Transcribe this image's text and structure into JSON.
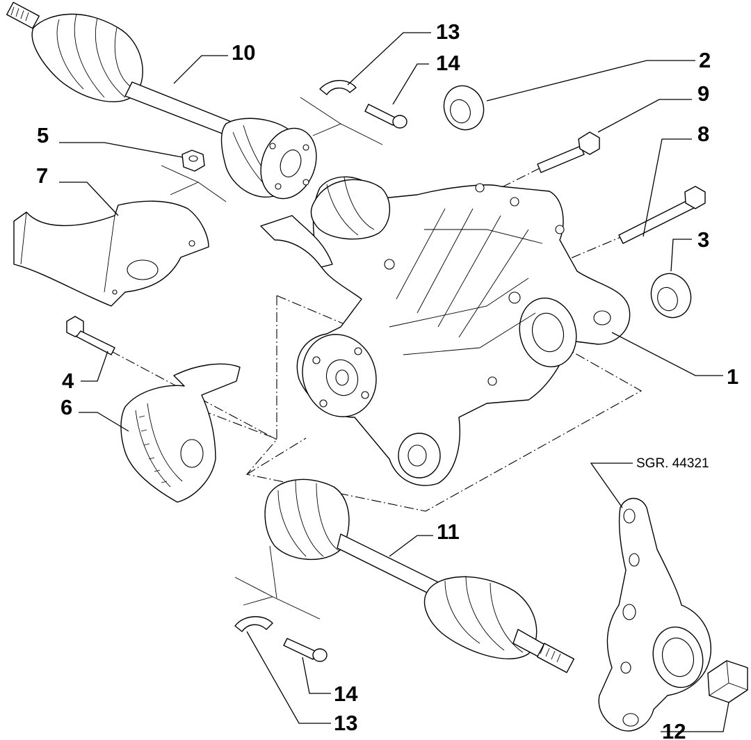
{
  "diagram": {
    "reference": "SGR. 44321",
    "callouts": {
      "c1": "1",
      "c2": "2",
      "c3": "3",
      "c4": "4",
      "c5": "5",
      "c6": "6",
      "c7": "7",
      "c8": "8",
      "c9": "9",
      "c10": "10",
      "c11": "11",
      "c12": "12",
      "c13_top": "13",
      "c13_bottom": "13",
      "c14_top": "14",
      "c14_bottom": "14"
    }
  }
}
